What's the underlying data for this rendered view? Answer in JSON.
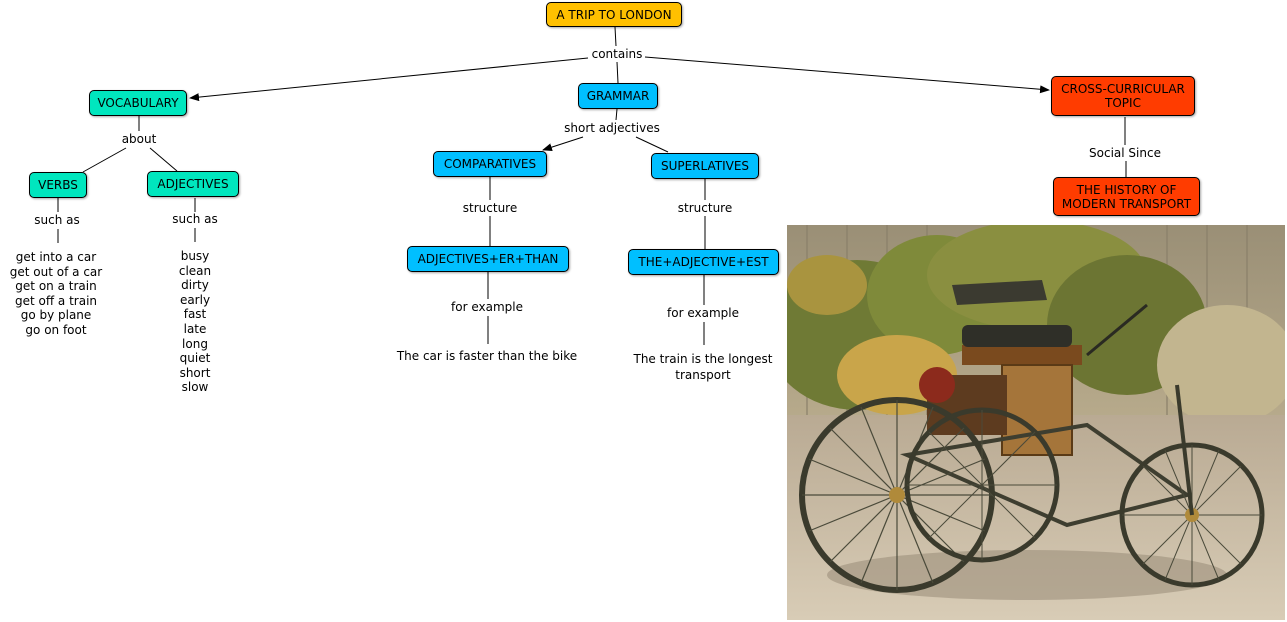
{
  "colors": {
    "root": "#FFC000",
    "vocabulary": "#00E6BE",
    "grammar": "#00BFFF",
    "cross": "#FF3C00"
  },
  "nodes": {
    "root": "A TRIP TO LONDON",
    "vocabulary": "VOCABULARY",
    "grammar": "GRAMMAR",
    "cross_line1": "CROSS-CURRICULAR",
    "cross_line2": "TOPIC",
    "verbs": "VERBS",
    "adjectives": "ADJECTIVES",
    "comparatives": "COMPARATIVES",
    "superlatives": "SUPERLATIVES",
    "adj_er_than": "ADJECTIVES+ER+THAN",
    "the_adj_est": "THE+ADJECTIVE+EST",
    "history_line1": "THE HISTORY OF",
    "history_line2": "MODERN TRANSPORT"
  },
  "links": {
    "contains": "contains",
    "about": "about",
    "short_adjectives": "short adjectives",
    "such_as_verbs": "such as",
    "such_as_adj": "such as",
    "structure_comp": "structure",
    "structure_sup": "structure",
    "for_example_comp": "for example",
    "for_example_sup": "for example",
    "social_since": "Social Since"
  },
  "verb_list": [
    "get into a car",
    "get out of a car",
    "get on a train",
    "get off a train",
    "go by plane",
    "go on foot"
  ],
  "adjective_list": [
    "busy",
    "clean",
    "dirty",
    "early",
    "fast",
    "late",
    "long",
    "quiet",
    "short",
    "slow"
  ],
  "examples": {
    "comparative": "The car is faster than the bike",
    "superlative_line1": "The train is the longest",
    "superlative_line2": "transport"
  }
}
